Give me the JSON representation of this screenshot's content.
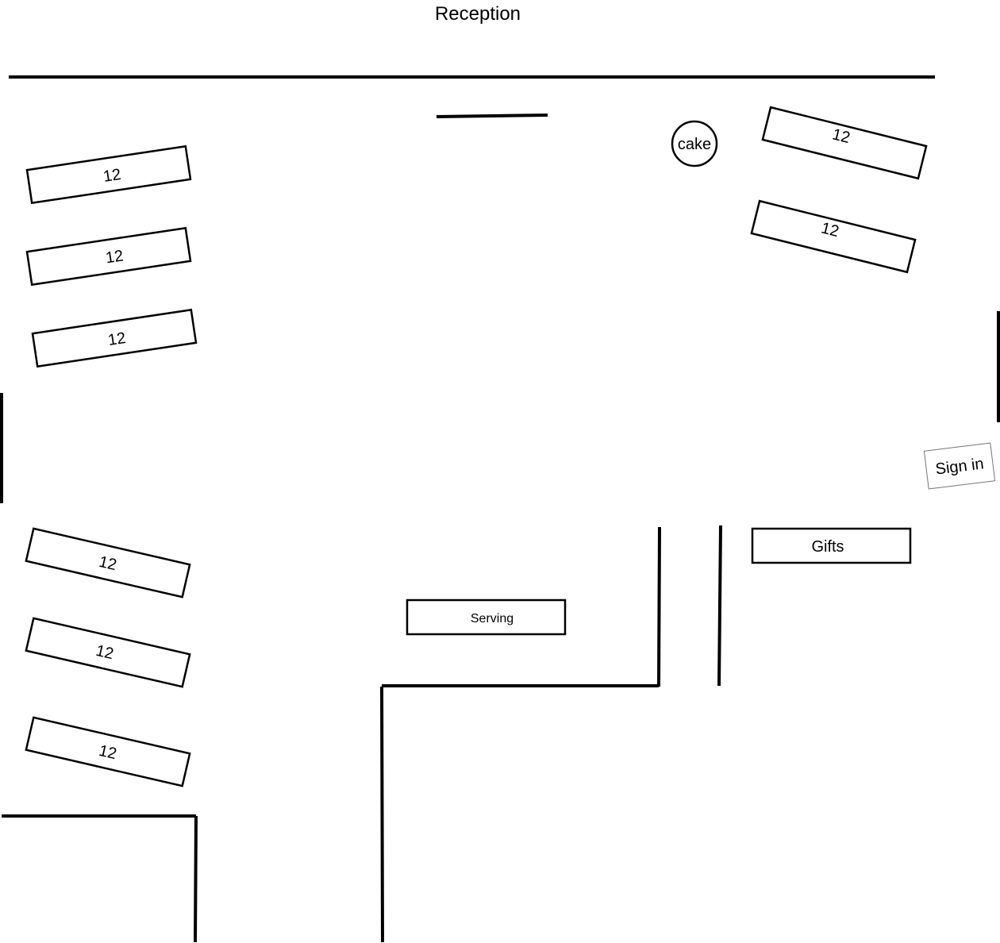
{
  "title": "Reception",
  "tables": [
    {
      "label": "12"
    },
    {
      "label": "12"
    },
    {
      "label": "12"
    },
    {
      "label": "12"
    },
    {
      "label": "12"
    },
    {
      "label": "12"
    },
    {
      "label": "12"
    },
    {
      "label": "12"
    }
  ],
  "cake": "cake",
  "sign_in": "Sign in",
  "gifts": "Gifts",
  "serving": "Serving"
}
